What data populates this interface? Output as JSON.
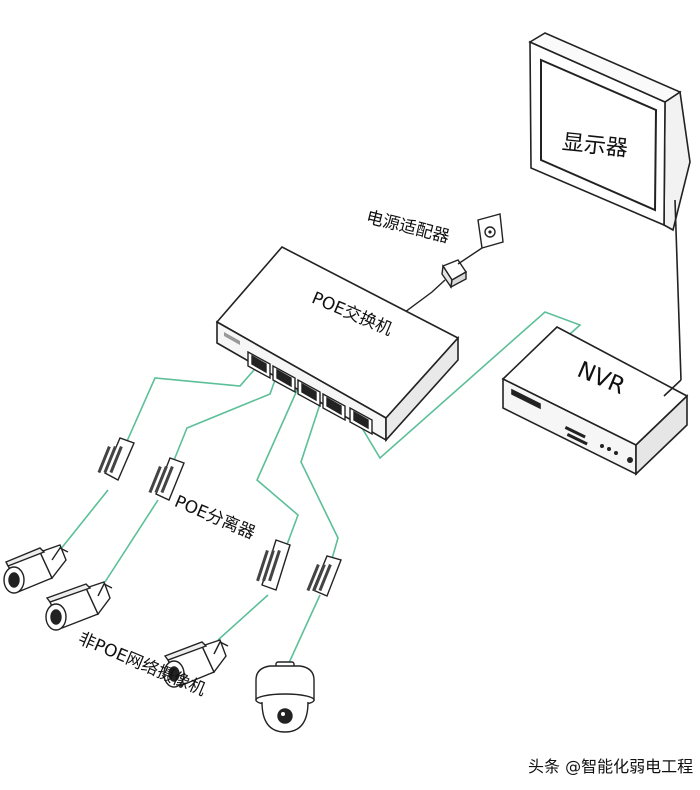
{
  "labels": {
    "monitor": "显示器",
    "adapter": "电源适配器",
    "switch": "POE交换机",
    "nvr": "NVR",
    "splitter": "POE分离器",
    "cameras": "非POE网络摄像机"
  },
  "watermark": {
    "text": "头条 @智能化弱电工程"
  },
  "colors": {
    "cable_green": "#5bbf97",
    "outline": "#222222"
  }
}
